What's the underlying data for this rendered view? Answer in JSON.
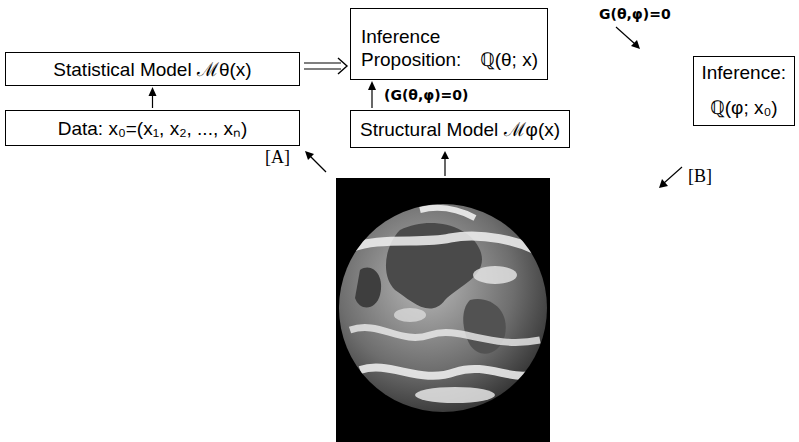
{
  "diagram": {
    "nodes": [
      {
        "text": [
          "Statistical Model ℳθ(x)"
        ]
      },
      {
        "text": [
          "Inference Proposition:",
          "ℚ(θ; x)"
        ]
      },
      {
        "text": [
          "Data: x₀=(x₁, x₂, ..., xₙ)"
        ]
      },
      {
        "text": [
          "Structural Model ℳφ(x)"
        ]
      },
      {
        "text": [
          "Inference:",
          "ℚ(φ; x₀)"
        ]
      }
    ],
    "edges": [
      {
        "from": 2,
        "to": 0,
        "arrow": "to"
      },
      {
        "from": 0,
        "to": 1,
        "arrow": "to"
      },
      {
        "from": 3,
        "to": 1,
        "arrow": "to",
        "label": "(G(θ,φ)=0)"
      }
    ],
    "labels": [
      "G(θ,φ)=0",
      "[A]",
      "[B]"
    ]
  }
}
